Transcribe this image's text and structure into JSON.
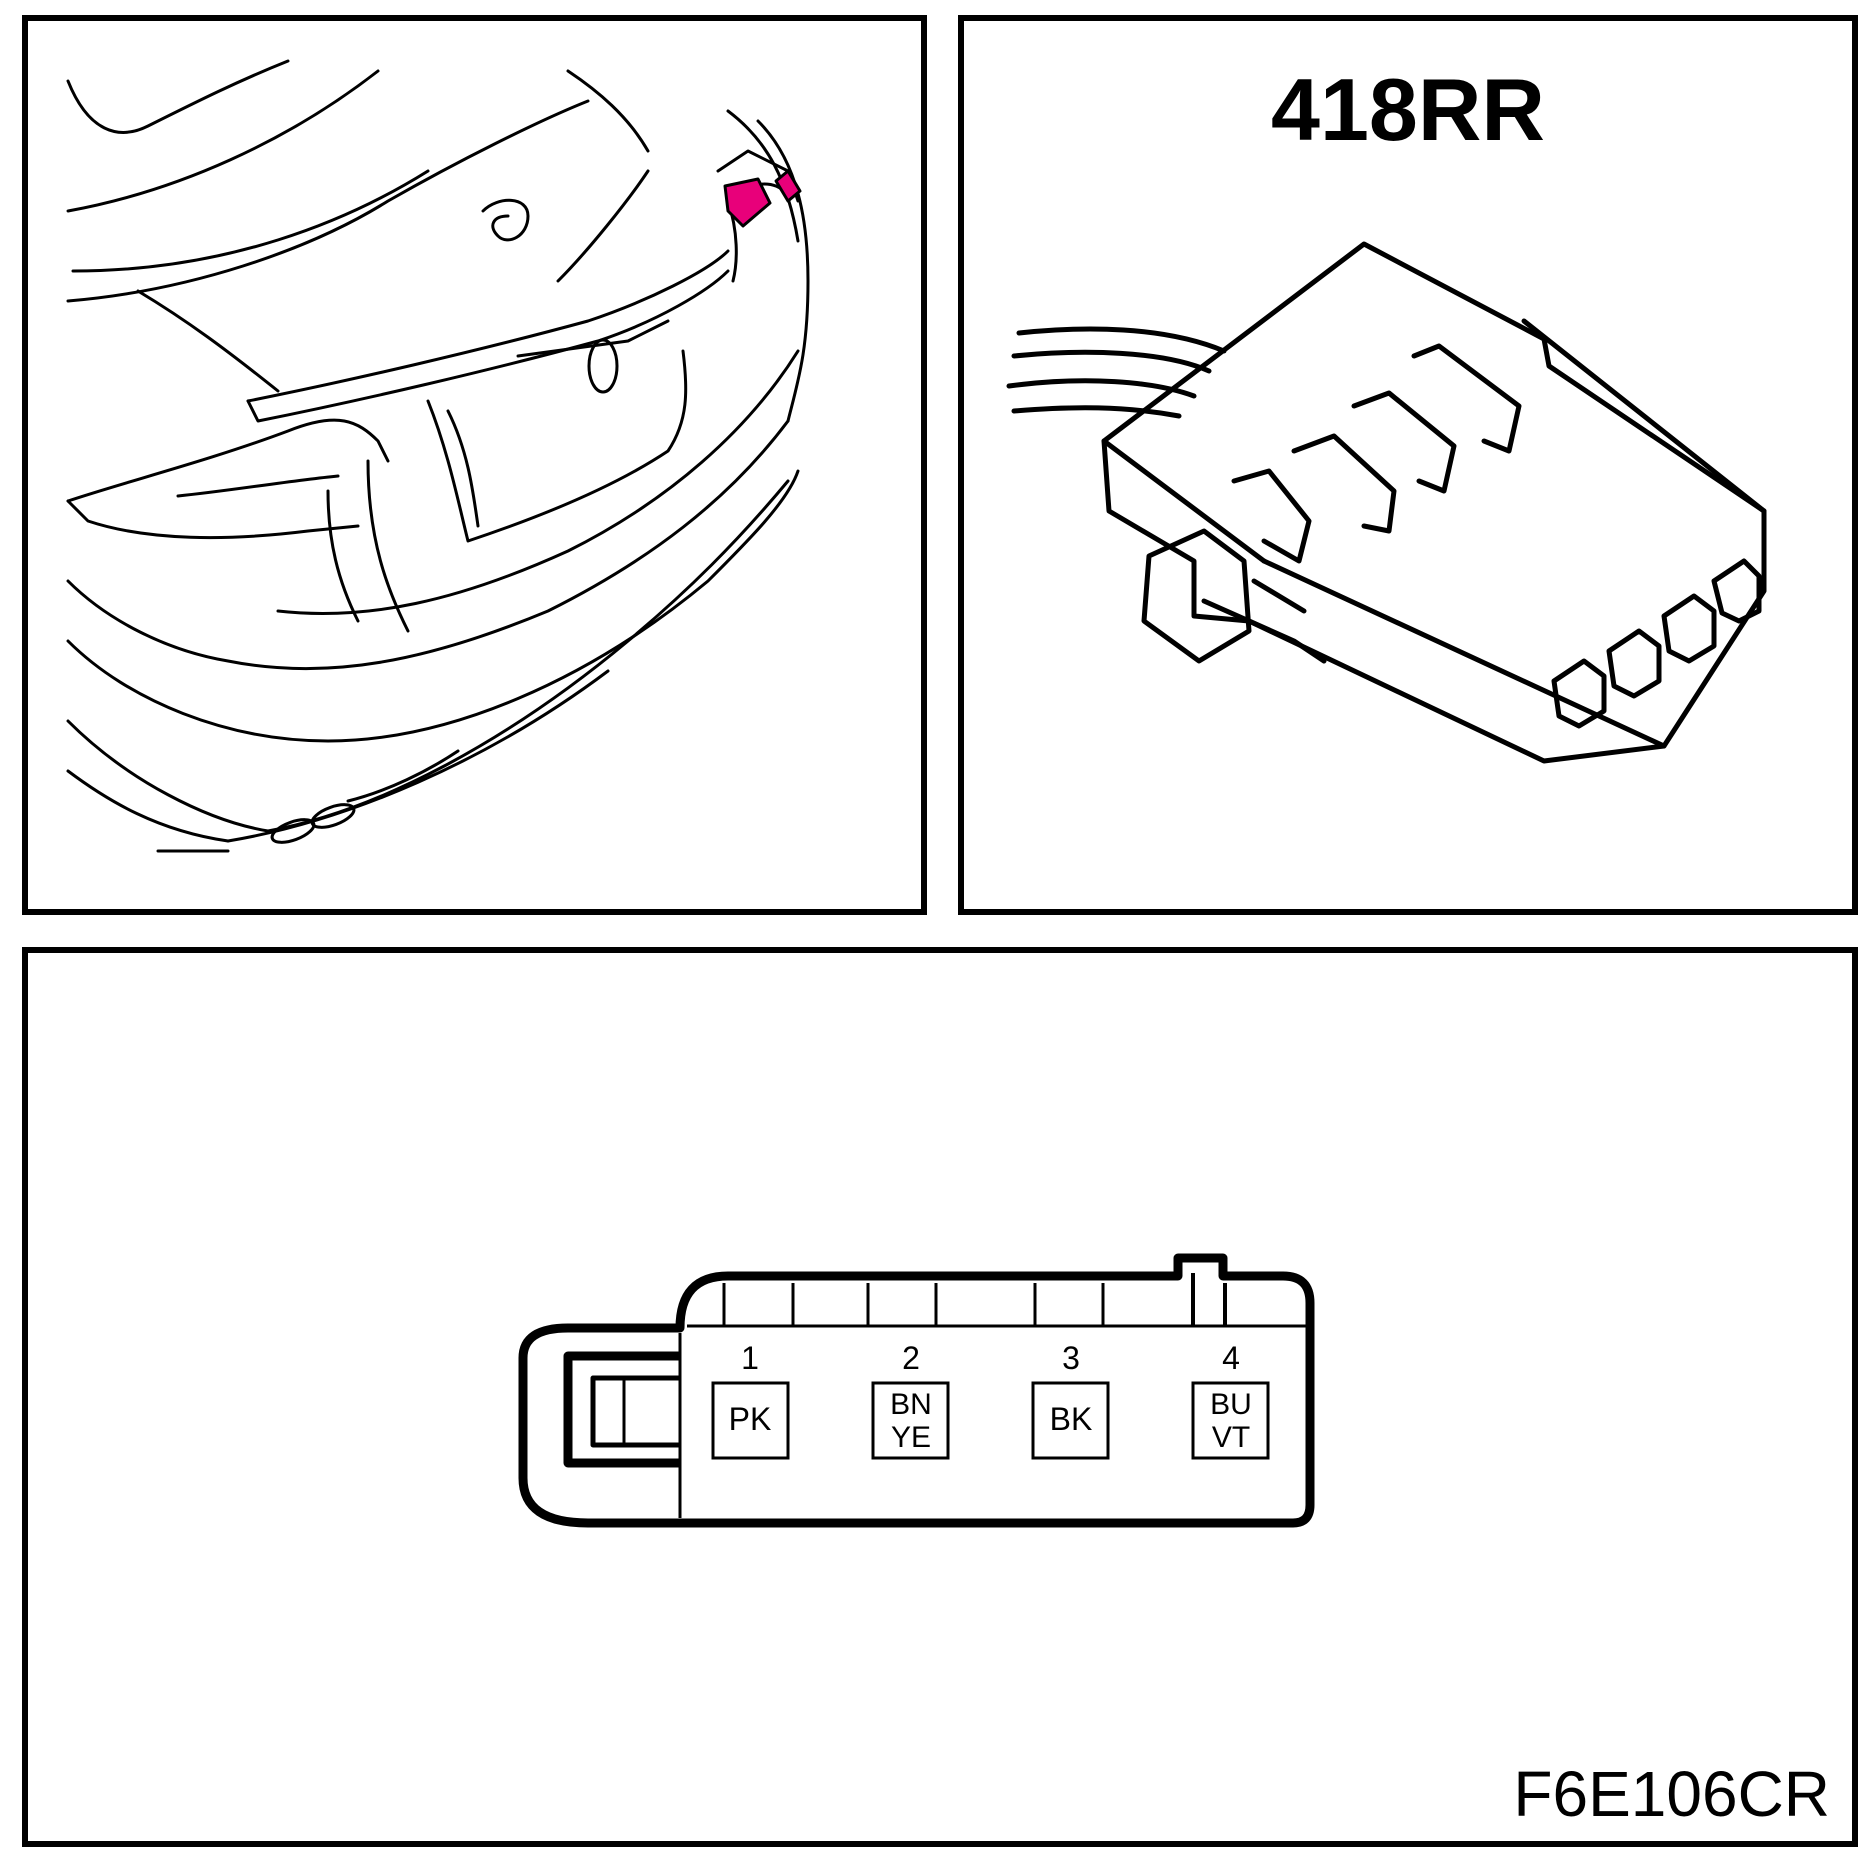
{
  "connector": {
    "id": "418RR",
    "pins": [
      {
        "number": "1",
        "wire": "PK"
      },
      {
        "number": "2",
        "wire": "BN\nYE",
        "line1": "BN",
        "line2": "YE"
      },
      {
        "number": "3",
        "wire": "BK"
      },
      {
        "number": "4",
        "wire": "BU\nVT",
        "line1": "BU",
        "line2": "VT"
      }
    ]
  },
  "figure_code": "F6E106CR",
  "colors": {
    "outline": "#000000",
    "highlight": "#e8007a",
    "background": "#ffffff"
  }
}
